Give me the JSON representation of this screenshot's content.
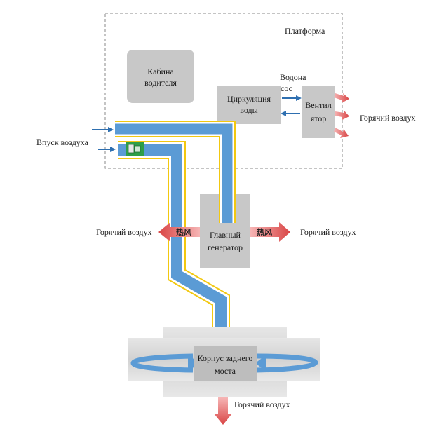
{
  "platform_label": "Платформа",
  "cab": {
    "line1": "Кабина",
    "line2": "водителя"
  },
  "pump": {
    "line1": "Водона",
    "line2": "сос"
  },
  "water_circ": {
    "line1": "Циркуляция",
    "line2": "воды"
  },
  "fan": {
    "line1": "Вентил",
    "line2": "ятор"
  },
  "hot_air_fan": "Горячий воздух",
  "air_intake": "Впуск воздуха",
  "hot_air_left": "Горячий воздух",
  "hot_air_right": "Горячий воздух",
  "hot_air_bottom": "Горячий воздух",
  "generator": {
    "line1": "Главный",
    "line2": "генератор"
  },
  "heat_label_left": "热风",
  "heat_label_right": "热风",
  "axle": {
    "line1": "Корпус заднего",
    "line2": "моста"
  },
  "colors": {
    "duct": "#5b9bd5",
    "duct_border": "#f2c811",
    "box": "#c8c8c8",
    "hot_arrow": "#e06060",
    "blue_arrow": "#2e6fb0",
    "sensor": "#2e9e48"
  }
}
